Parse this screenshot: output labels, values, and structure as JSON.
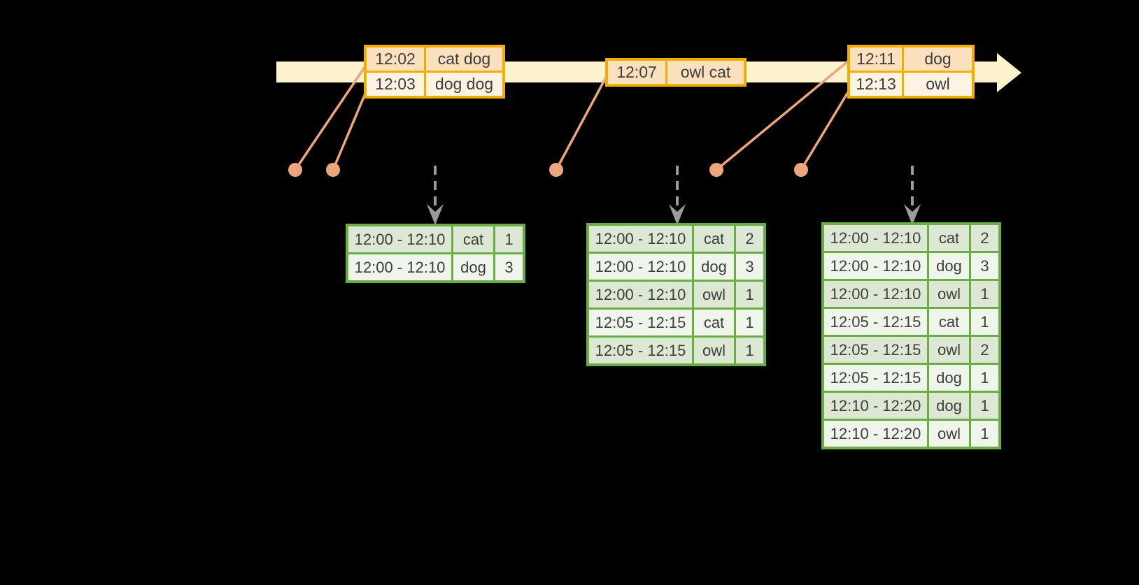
{
  "colors": {
    "bg": "#000000",
    "cream": "#FCF2CE",
    "gold": "#F2AE00",
    "peach_dark": "#FAE0BD",
    "peach_light": "#FDF3E3",
    "salmon": "#ECA67C",
    "green": "#6BAD45",
    "green_dark": "#DCE8D3",
    "green_light": "#F0F5EC",
    "text": "#3D3D3D",
    "gray": "#9B9B9B"
  },
  "timeline": {
    "shape": "right-arrow-band"
  },
  "event_batches": [
    {
      "rows": [
        {
          "time": "12:02",
          "words": "cat dog"
        },
        {
          "time": "12:03",
          "words": "dog dog"
        }
      ]
    },
    {
      "rows": [
        {
          "time": "12:07",
          "words": "owl cat"
        }
      ]
    },
    {
      "rows": [
        {
          "time": "12:11",
          "words": "dog"
        },
        {
          "time": "12:13",
          "words": "owl"
        }
      ]
    }
  ],
  "result_tables": [
    {
      "rows": [
        {
          "window": "12:00 - 12:10",
          "word": "cat",
          "count": "1"
        },
        {
          "window": "12:00 - 12:10",
          "word": "dog",
          "count": "3"
        }
      ]
    },
    {
      "rows": [
        {
          "window": "12:00 - 12:10",
          "word": "cat",
          "count": "2"
        },
        {
          "window": "12:00 - 12:10",
          "word": "dog",
          "count": "3"
        },
        {
          "window": "12:00 - 12:10",
          "word": "owl",
          "count": "1"
        },
        {
          "window": "12:05 - 12:15",
          "word": "cat",
          "count": "1"
        },
        {
          "window": "12:05 - 12:15",
          "word": "owl",
          "count": "1"
        }
      ]
    },
    {
      "rows": [
        {
          "window": "12:00 - 12:10",
          "word": "cat",
          "count": "2"
        },
        {
          "window": "12:00 - 12:10",
          "word": "dog",
          "count": "3"
        },
        {
          "window": "12:00 - 12:10",
          "word": "owl",
          "count": "1"
        },
        {
          "window": "12:05 - 12:15",
          "word": "cat",
          "count": "1"
        },
        {
          "window": "12:05 - 12:15",
          "word": "owl",
          "count": "2"
        },
        {
          "window": "12:05 - 12:15",
          "word": "dog",
          "count": "1"
        },
        {
          "window": "12:10 - 12:20",
          "word": "dog",
          "count": "1"
        },
        {
          "window": "12:10 - 12:20",
          "word": "owl",
          "count": "1"
        }
      ]
    }
  ]
}
